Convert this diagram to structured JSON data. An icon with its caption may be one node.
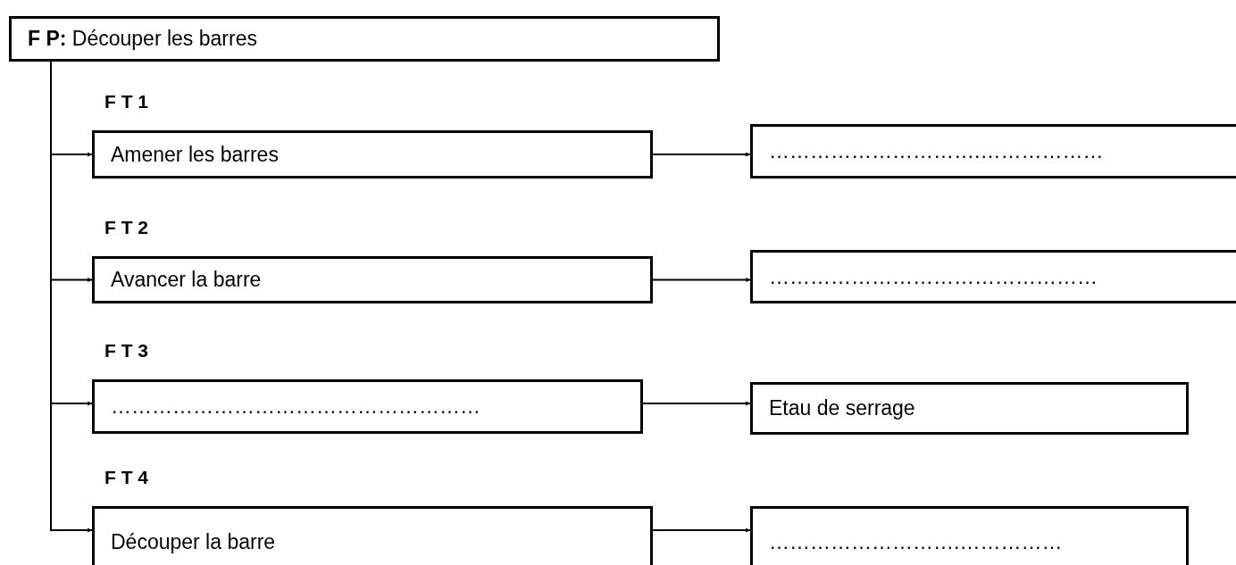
{
  "diagram": {
    "nodes": [
      {
        "text": [
          "**F P:** Découper les barres"
        ]
      },
      {
        "text": [
          "F T 1",
          "Amener les barres"
        ]
      },
      {
        "text": [
          "………………………….………………"
        ]
      },
      {
        "text": [
          "F T 2",
          "Avancer la barre"
        ]
      },
      {
        "text": [
          "…………………………………………"
        ]
      },
      {
        "text": [
          "F T 3",
          "………………………………………………"
        ]
      },
      {
        "text": [
          "Etau de serrage"
        ]
      },
      {
        "text": [
          "F T 4",
          "Découper la barre"
        ]
      },
      {
        "text": [
          "……………………….……………"
        ]
      }
    ],
    "edges": [
      {
        "from": 0,
        "to": 1,
        "arrow": "to"
      },
      {
        "from": 1,
        "to": 2,
        "arrow": "to"
      },
      {
        "from": 0,
        "to": 3,
        "arrow": "to"
      },
      {
        "from": 3,
        "to": 4,
        "arrow": "to"
      },
      {
        "from": 0,
        "to": 5,
        "arrow": "to"
      },
      {
        "from": 5,
        "to": 6,
        "arrow": "to"
      },
      {
        "from": 0,
        "to": 7,
        "arrow": "to"
      },
      {
        "from": 7,
        "to": 8,
        "arrow": "to"
      }
    ]
  }
}
